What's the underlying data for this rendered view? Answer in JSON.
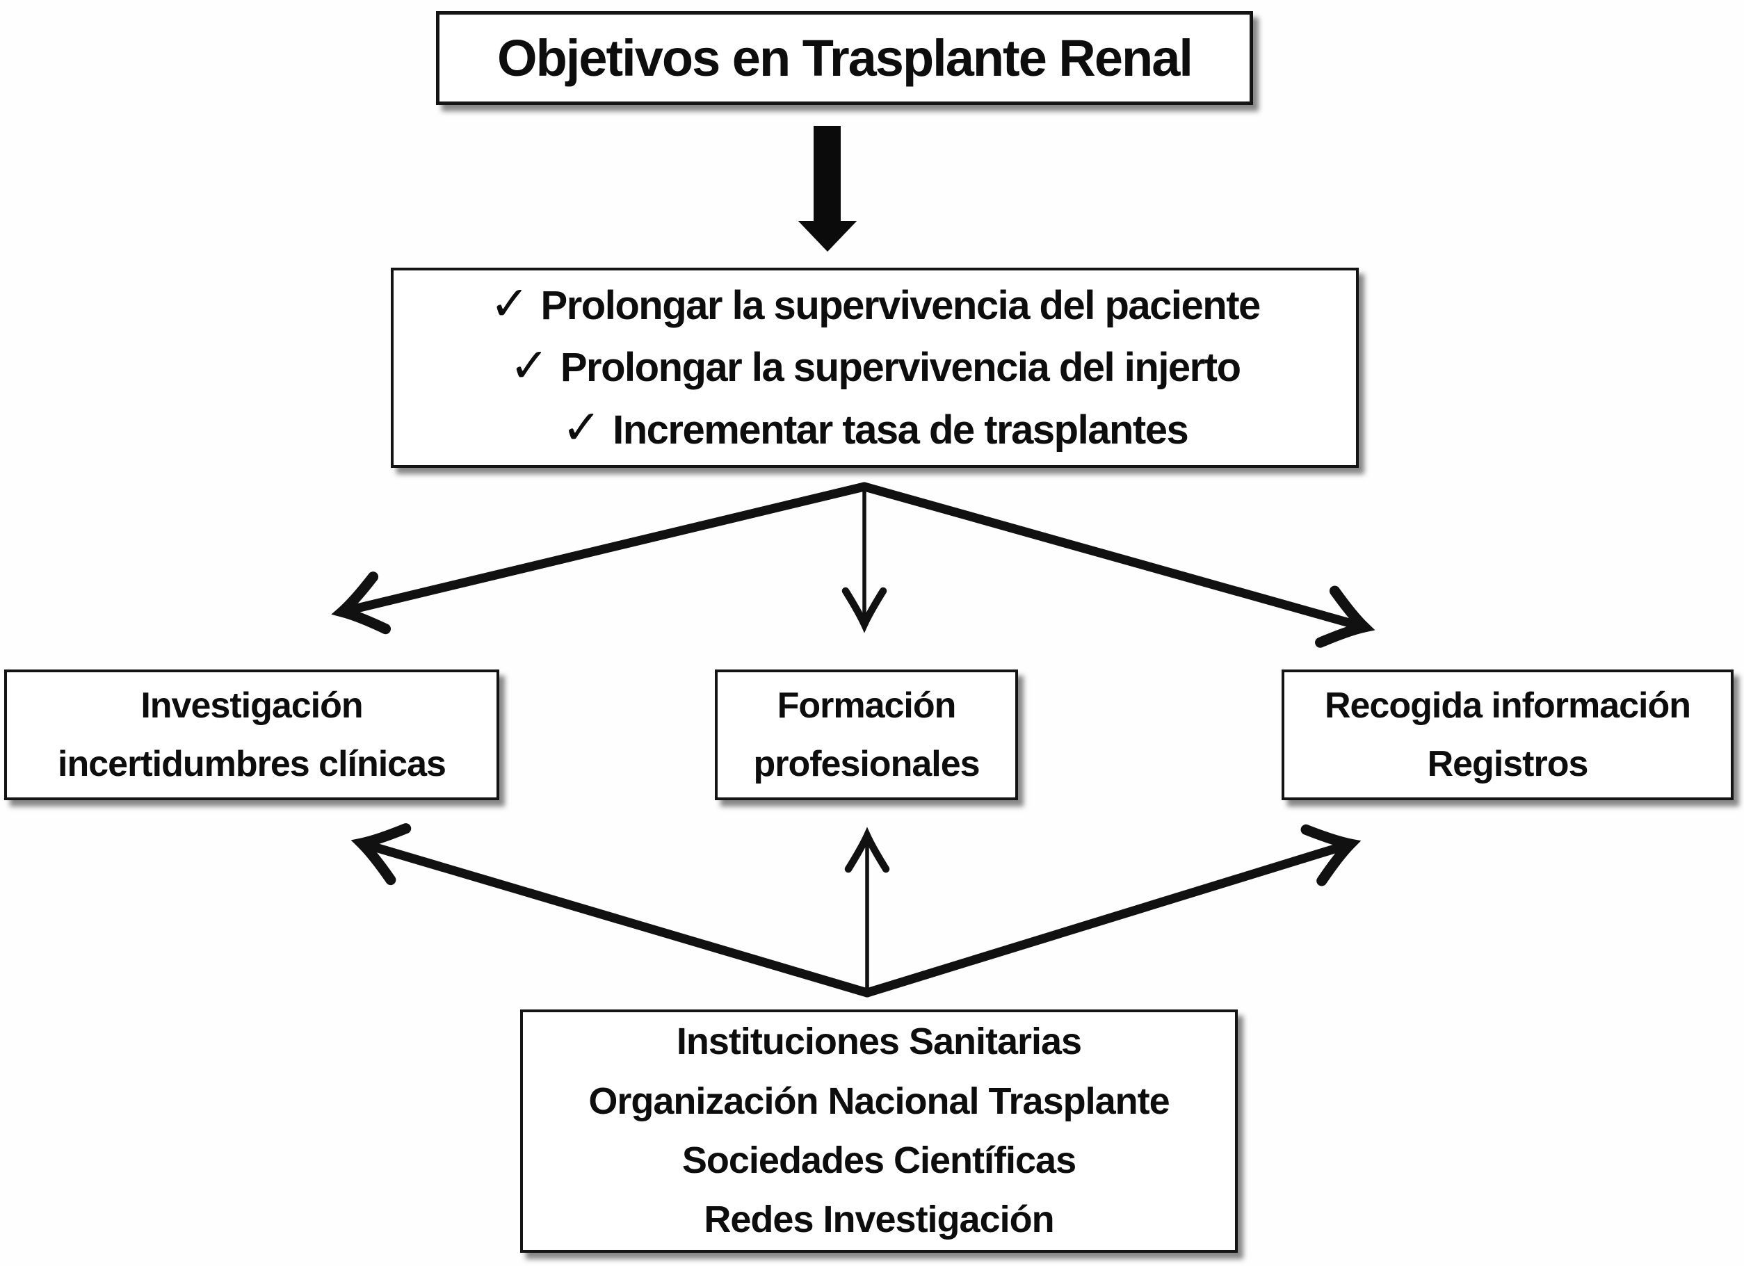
{
  "diagram": {
    "title": "Objetivos en Trasplante Renal",
    "goals": {
      "bullet": "✓",
      "items": [
        "Prolongar la supervivencia del paciente",
        "Prolongar la supervivencia del injerto",
        "Incrementar tasa de trasplantes"
      ]
    },
    "branches": {
      "research": {
        "line1": "Investigación",
        "line2": "incertidumbres clínicas"
      },
      "training": {
        "line1": "Formación",
        "line2": "profesionales"
      },
      "registry": {
        "line1": "Recogida información",
        "line2": "Registros"
      }
    },
    "foundation": {
      "lines": [
        "Instituciones Sanitarias",
        "Organización Nacional Trasplante",
        "Sociedades Científicas",
        "Redes Investigación"
      ]
    },
    "colors": {
      "ink": "#111111",
      "box_background": "#ffffff"
    }
  }
}
